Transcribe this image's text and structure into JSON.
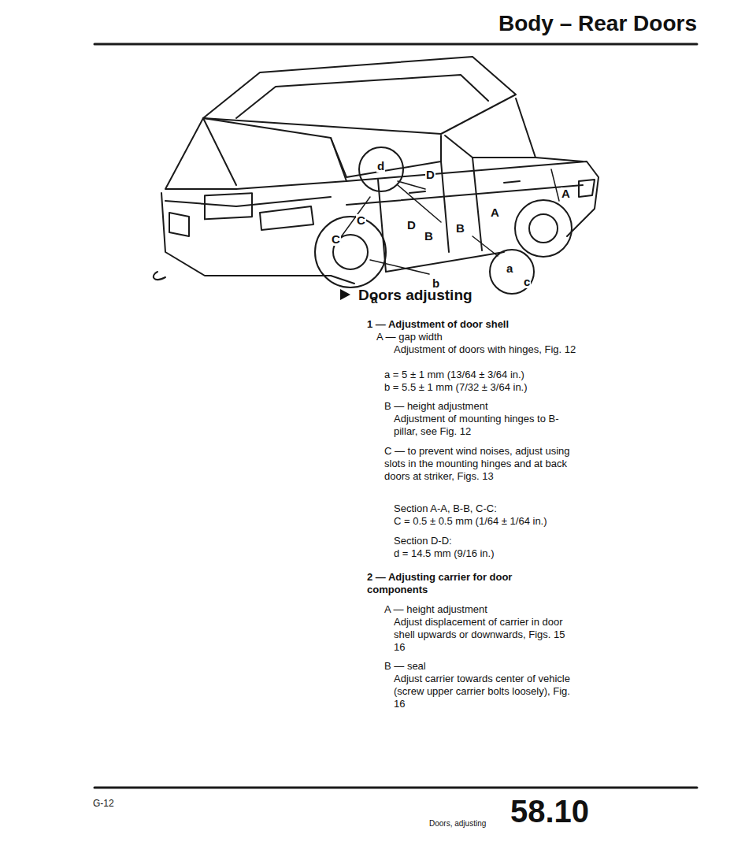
{
  "diagram": {
    "title": "Body – Rear Doors",
    "labels": [
      "d",
      "D",
      "A",
      "A",
      "D",
      "B",
      "B",
      "C",
      "C",
      "a",
      "a",
      "b",
      "c",
      "Doors adjusting",
      "1 — Adjustment of door shell",
      "A — gap width",
      "Adjustment of doors with hinges, Fig. 12",
      "a = 5 ± 1 mm (13/64 ± 3/64 in.)",
      "b = 5.5 ± 1 mm (7/32 ± 3/64 in.)",
      "B — height adjustment",
      "Adjustment of mounting hinges to B-pillar, see Fig. 12",
      "C — to prevent wind noises, adjust using slots in the mounting hinges and at back doors at striker, Figs. 13",
      "Section A-A, B-B, C-C:",
      "C = 0.5 ± 0.5 mm (1/64 ± 1/64 in.)",
      "Section D-D:",
      "d = 14.5 mm (9/16 in.)",
      "2 — Adjusting carrier for door components",
      "A — height adjustment",
      "Adjust displacement of carrier in door shell upwards or downwards, Figs. 15 16",
      "B — seal",
      "Adjust carrier towards center of vehicle (screw upper carrier bolts loosely), Fig. 16",
      "G-12",
      "Doors, adjusting",
      "58.10"
    ]
  }
}
